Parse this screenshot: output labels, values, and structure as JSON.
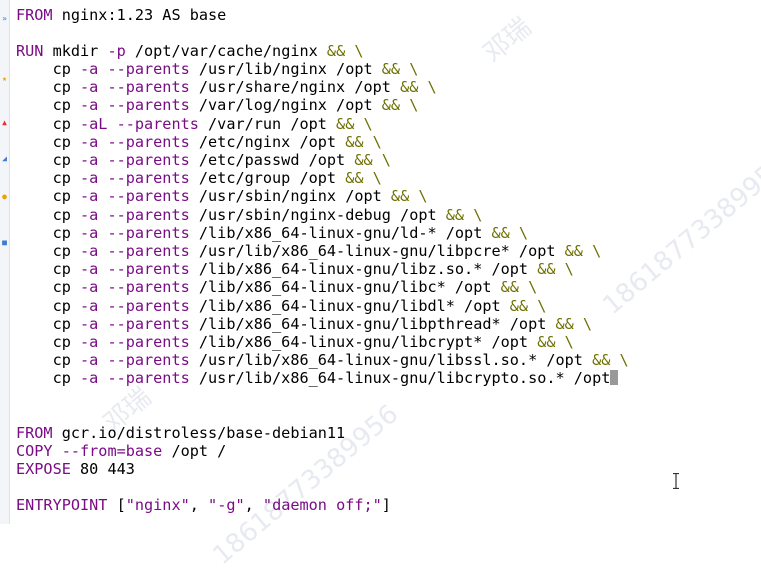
{
  "dockerfile": {
    "l1": {
      "kw": "FROM",
      "text": " nginx:1.23 AS base"
    },
    "l2": {
      "kw": "RUN",
      "text": " mkdir",
      "flag": " -p",
      "rest": " /opt/var/cache/nginx",
      "amp": " && \\"
    },
    "cp": [
      {
        "cmd": "    cp",
        "flag": " -a --parents",
        "path": " /usr/lib/nginx /opt",
        "amp": " && \\"
      },
      {
        "cmd": "    cp",
        "flag": " -a --parents",
        "path": " /usr/share/nginx /opt",
        "amp": " && \\"
      },
      {
        "cmd": "    cp",
        "flag": " -a --parents",
        "path": " /var/log/nginx /opt",
        "amp": " && \\"
      },
      {
        "cmd": "    cp",
        "flag": " -aL --parents",
        "path": " /var/run /opt",
        "amp": " && \\"
      },
      {
        "cmd": "    cp",
        "flag": " -a --parents",
        "path": " /etc/nginx /opt",
        "amp": " && \\"
      },
      {
        "cmd": "    cp",
        "flag": " -a --parents",
        "path": " /etc/passwd /opt",
        "amp": " && \\"
      },
      {
        "cmd": "    cp",
        "flag": " -a --parents",
        "path": " /etc/group /opt",
        "amp": " && \\"
      },
      {
        "cmd": "    cp",
        "flag": " -a --parents",
        "path": " /usr/sbin/nginx /opt",
        "amp": " && \\"
      },
      {
        "cmd": "    cp",
        "flag": " -a --parents",
        "path": " /usr/sbin/nginx-debug /opt",
        "amp": " && \\"
      },
      {
        "cmd": "    cp",
        "flag": " -a --parents",
        "path": " /lib/x86_64-linux-gnu/ld-* /opt",
        "amp": " && \\"
      },
      {
        "cmd": "    cp",
        "flag": " -a --parents",
        "path": " /usr/lib/x86_64-linux-gnu/libpcre* /opt",
        "amp": " && \\"
      },
      {
        "cmd": "    cp",
        "flag": " -a --parents",
        "path": " /lib/x86_64-linux-gnu/libz.so.* /opt",
        "amp": " && \\"
      },
      {
        "cmd": "    cp",
        "flag": " -a --parents",
        "path": " /lib/x86_64-linux-gnu/libc* /opt",
        "amp": " && \\"
      },
      {
        "cmd": "    cp",
        "flag": " -a --parents",
        "path": " /lib/x86_64-linux-gnu/libdl* /opt",
        "amp": " && \\"
      },
      {
        "cmd": "    cp",
        "flag": " -a --parents",
        "path": " /lib/x86_64-linux-gnu/libpthread* /opt",
        "amp": " && \\"
      },
      {
        "cmd": "    cp",
        "flag": " -a --parents",
        "path": " /lib/x86_64-linux-gnu/libcrypt* /opt",
        "amp": " && \\"
      },
      {
        "cmd": "    cp",
        "flag": " -a --parents",
        "path": " /usr/lib/x86_64-linux-gnu/libssl.so.* /opt",
        "amp": " && \\"
      },
      {
        "cmd": "    cp",
        "flag": " -a --parents",
        "path": " /usr/lib/x86_64-linux-gnu/libcrypto.so.* /opt",
        "amp": ""
      }
    ],
    "l21": {
      "kw": "FROM",
      "text": " gcr.io/distroless/base-debian11"
    },
    "l22": {
      "kw": "COPY",
      "flag": " --from=base",
      "text": " /opt /"
    },
    "l23": {
      "kw": "EXPOSE",
      "text": " 80 443"
    },
    "l24": {
      "kw": "ENTRYPOINT",
      "text": " [",
      "s1": "\"nginx\"",
      "c1": ", ",
      "s2": "\"-g\"",
      "c2": ", ",
      "s3": "\"daemon off;\"",
      "end": "]"
    }
  },
  "watermark": {
    "text1": "邓瑞",
    "text2": "18618773389956"
  },
  "colors": {
    "keyword": "#7a0c86",
    "operator": "#6e7000",
    "text": "#000000",
    "background": "#ffffff"
  }
}
